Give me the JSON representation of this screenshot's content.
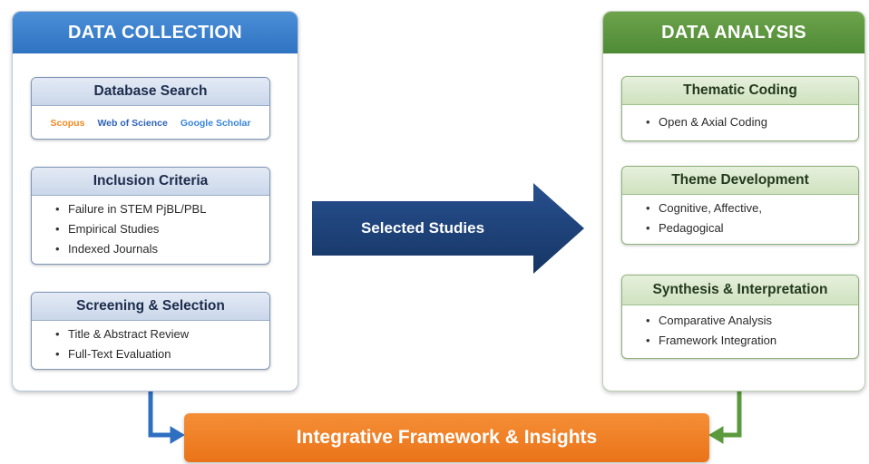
{
  "data_collection": {
    "title": "DATA COLLECTION",
    "steps": [
      {
        "title": "Database Search",
        "sources": [
          {
            "label": "Scopus",
            "color": "#f08a24"
          },
          {
            "label": "Web of Science",
            "color": "#2f63b8"
          },
          {
            "label": "Google Scholar",
            "color": "#3a86d8"
          }
        ]
      },
      {
        "title": "Inclusion Criteria",
        "items": [
          "Failure in STEM PjBL/PBL",
          "Empirical Studies",
          "Indexed Journals"
        ]
      },
      {
        "title": "Screening & Selection",
        "items": [
          "Title & Abstract Review",
          "Full-Text Evaluation"
        ]
      }
    ]
  },
  "flow": {
    "label": "Selected Studies"
  },
  "data_analysis": {
    "title": "DATA ANALYSIS",
    "steps": [
      {
        "title": "Thematic Coding",
        "items": [
          "Open & Axial Coding"
        ]
      },
      {
        "title": "Theme Development",
        "items": [
          "Cognitive, Affective,",
          "Pedagogical"
        ]
      },
      {
        "title": "Synthesis & Interpretation",
        "items": [
          "Comparative Analysis",
          "Framework Integration"
        ]
      }
    ]
  },
  "result": {
    "label": "Integrative Framework & Insights"
  },
  "colors": {
    "blue_accent": "#2f73c2",
    "navy_arrow": "#1f3f7a",
    "green_accent": "#4e8a35",
    "orange_result": "#ea7318"
  }
}
